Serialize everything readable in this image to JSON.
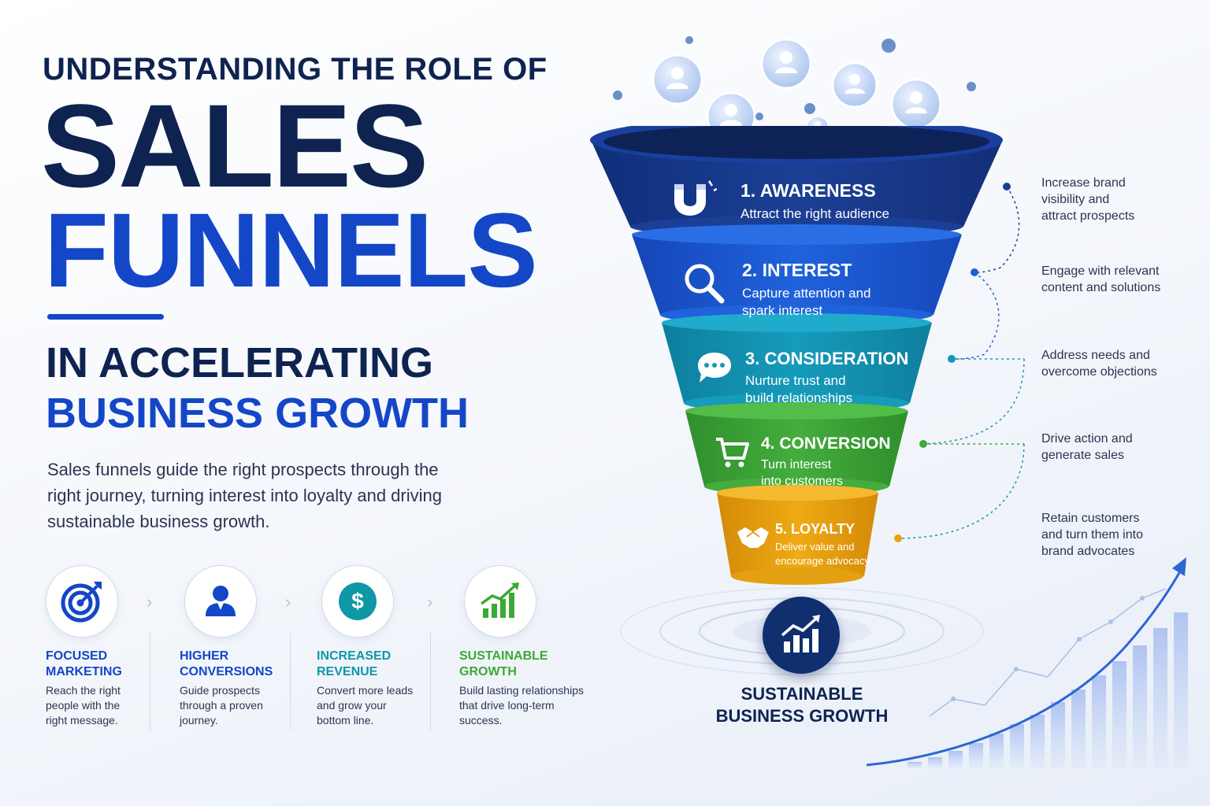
{
  "headline": {
    "pre_title": "UNDERSTANDING THE ROLE OF",
    "line1": "SALES",
    "line2": "FUNNELS",
    "sub1": "IN ACCELERATING",
    "sub2": "BUSINESS GROWTH"
  },
  "intro": "Sales funnels guide the right prospects through the right journey, turning interest into loyalty and driving sustainable business growth.",
  "benefits": [
    {
      "title": "FOCUSED\nMARKETING",
      "desc": "Reach the right\npeople with the\nright message.",
      "icon": "target-icon",
      "color": "#1446c8"
    },
    {
      "title": "HIGHER\nCONVERSIONS",
      "desc": "Guide prospects\nthrough a proven\njourney.",
      "icon": "person-icon",
      "color": "#1446c8"
    },
    {
      "title": "INCREASED\nREVENUE",
      "desc": "Convert more leads\nand grow your\nbottom line.",
      "icon": "dollar-icon",
      "color": "#0f97a6"
    },
    {
      "title": "SUSTAINABLE\nGROWTH",
      "desc": "Build lasting relationships\nthat drive long-term\nsuccess.",
      "icon": "growth-chart-icon",
      "color": "#3aa935"
    }
  ],
  "stages": [
    {
      "title": "1. AWARENESS",
      "desc": "Attract the right audience",
      "side": "Increase brand\nvisibility and\nattract prospects",
      "icon": "magnet-icon",
      "color": "#1c3f96"
    },
    {
      "title": "2. INTEREST",
      "desc": "Capture attention and\nspark interest",
      "side": "Engage with relevant\ncontent and solutions",
      "icon": "magnifier-icon",
      "color": "#1e5fd8"
    },
    {
      "title": "3. CONSIDERATION",
      "desc": "Nurture trust and\nbuild relationships",
      "side": "Address needs and\novercome objections",
      "icon": "chat-bubble-icon",
      "color": "#1497b5"
    },
    {
      "title": "4. CONVERSION",
      "desc": "Turn interest\ninto customers",
      "side": "Drive action and\ngenerate sales",
      "icon": "cart-icon",
      "color": "#3ea83a"
    },
    {
      "title": "5. LOYALTY",
      "desc": "Deliver value and\nencourage advocacy",
      "side": "Retain customers\nand turn them into\nbrand advocates",
      "icon": "handshake-icon",
      "color": "#e9a20e"
    }
  ],
  "result": {
    "label": "SUSTAINABLE\nBUSINESS GROWTH",
    "icon": "growth-chart-icon"
  },
  "colors": {
    "navy": "#0e2350",
    "brand_blue": "#1446c8"
  }
}
